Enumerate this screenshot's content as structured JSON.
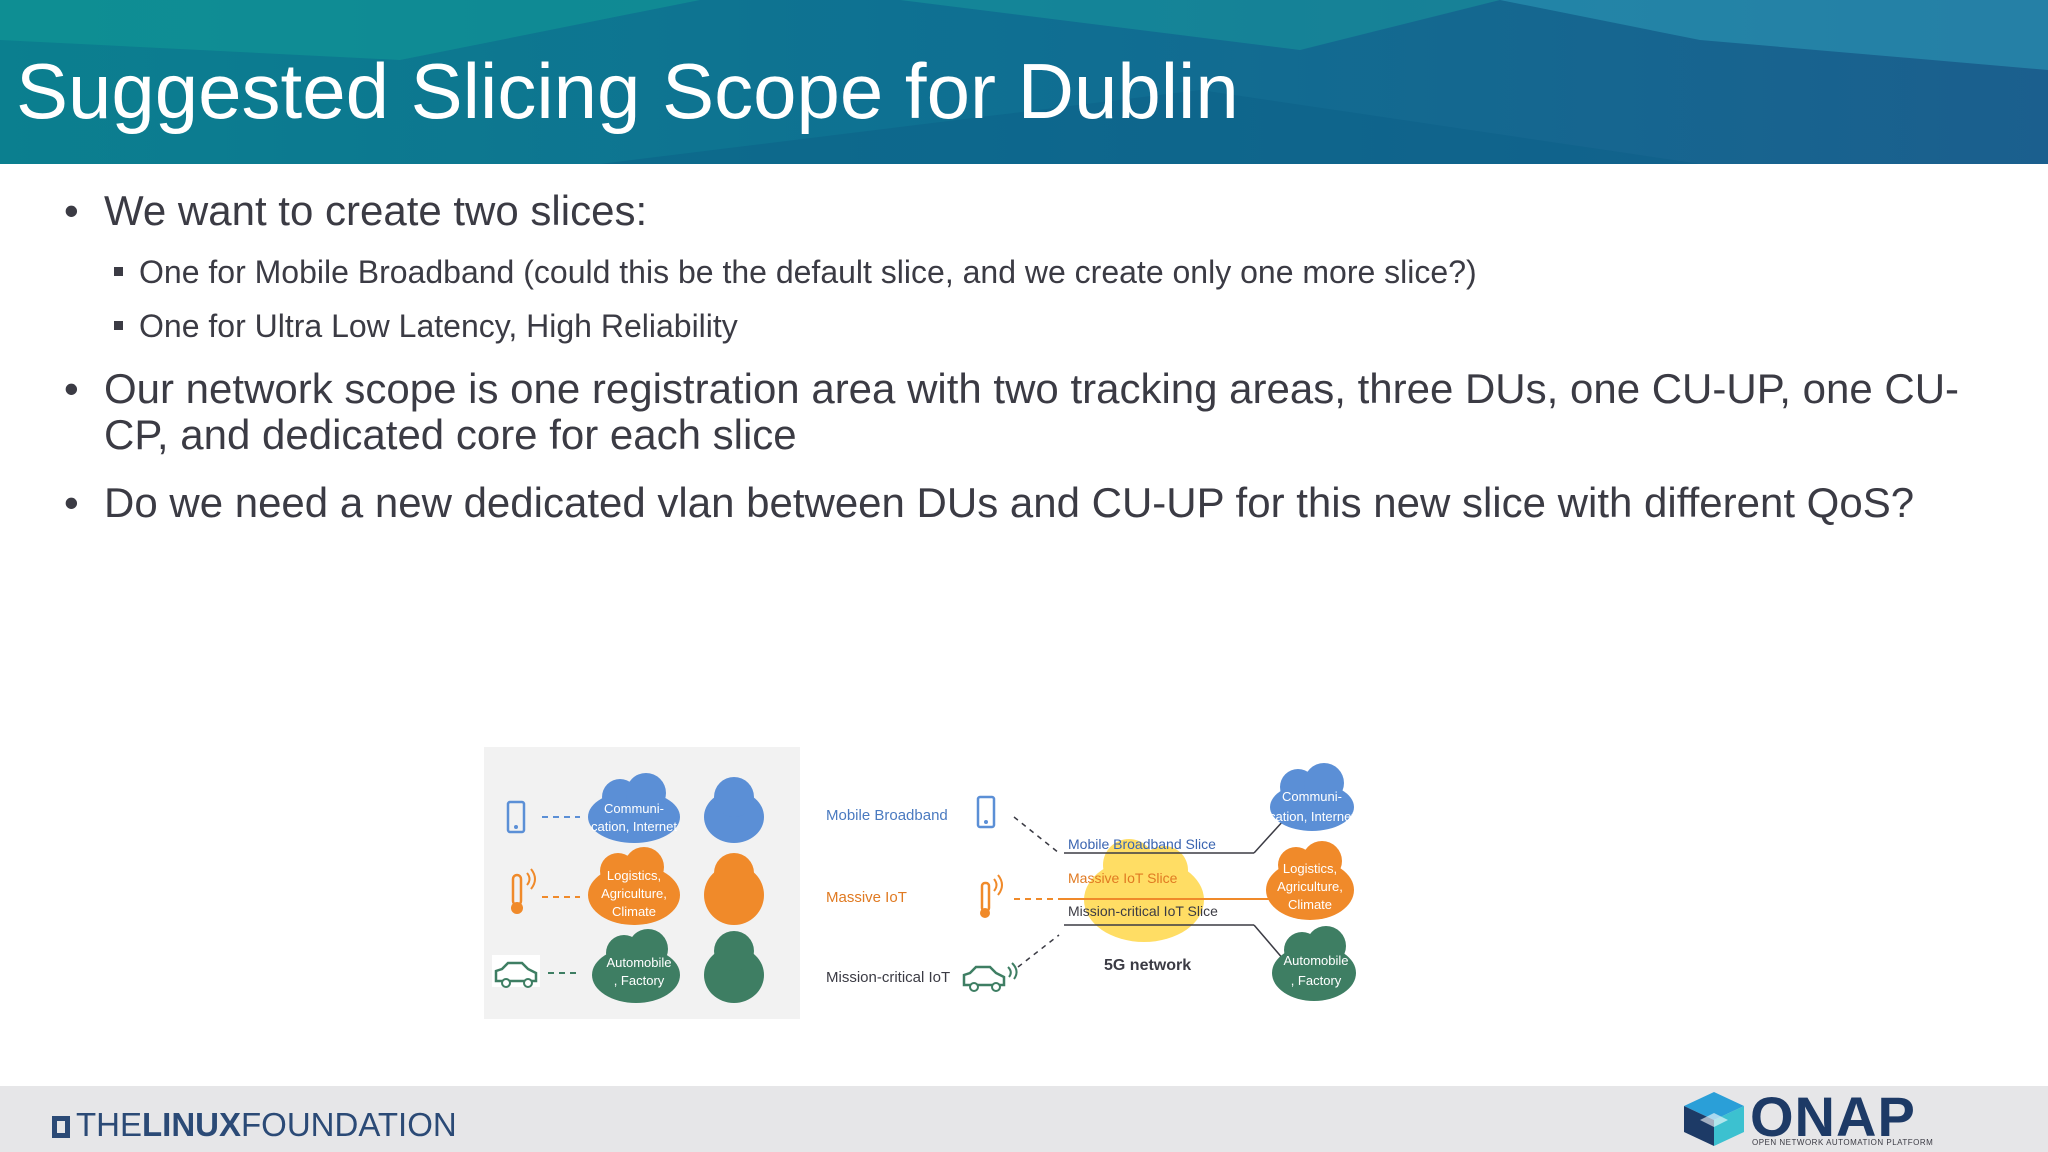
{
  "slide": {
    "title": "Suggested Slicing Scope for Dublin",
    "bullets": [
      {
        "text": "We want to create two slices:"
      },
      {
        "text": "Our network scope is one registration area with two tracking areas, three DUs, one CU-UP, one CU-CP, and dedicated core for each slice"
      },
      {
        "text": "Do we need a new dedicated vlan between DUs and CU-UP for this new slice with different QoS?"
      }
    ],
    "sub_bullets": [
      {
        "text": "One for Mobile Broadband (could this be the default slice, and we create only one more slice?)"
      },
      {
        "text": "One for Ultra Low Latency, High Reliability"
      }
    ]
  },
  "diagram": {
    "left_clouds": [
      "Communi-",
      "cation, Internet",
      "Logistics,",
      "Agriculture,",
      "Climate",
      "Automobile",
      ", Factory"
    ],
    "categories": [
      "Mobile Broadband",
      "Massive IoT",
      "Mission-critical IoT"
    ],
    "slices": [
      "Mobile Broadband Slice",
      "Massive IoT Slice",
      "Mission-critical IoT Slice"
    ],
    "network_label": "5G network",
    "colors": {
      "blue": "#5b8fd6",
      "orange": "#f08a2a",
      "green": "#3e7e63",
      "yellow": "#ffd84a"
    }
  },
  "footer": {
    "lf_the": "THE",
    "lf_linux": "LINUX",
    "lf_foundation": "FOUNDATION",
    "onap": "ONAP",
    "onap_sub": "OPEN NETWORK AUTOMATION PLATFORM"
  }
}
